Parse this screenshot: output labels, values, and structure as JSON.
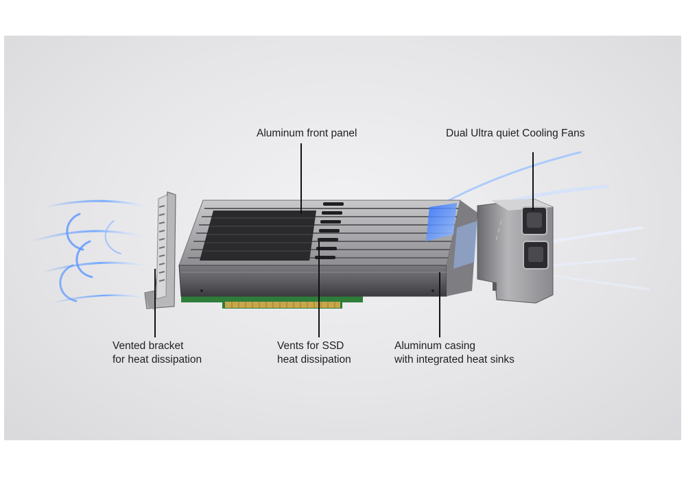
{
  "callouts": {
    "front_panel": "Aluminum front panel",
    "cooling_fans": "Dual Ultra quiet Cooling Fans",
    "bracket_line1": "Vented bracket",
    "bracket_line2": "for heat dissipation",
    "vents_line1": "Vents for SSD",
    "vents_line2": "heat dissipation",
    "casing_line1": "Aluminum casing",
    "casing_line2": "with integrated heat sinks"
  },
  "colors": {
    "background": "#e6e6e8",
    "airflow": "#4a8cff",
    "pcb": "#2e7d3a",
    "gold_contacts": "#c8a64a",
    "casing": "#8a8a8e",
    "panel": "#2a2a2c"
  }
}
